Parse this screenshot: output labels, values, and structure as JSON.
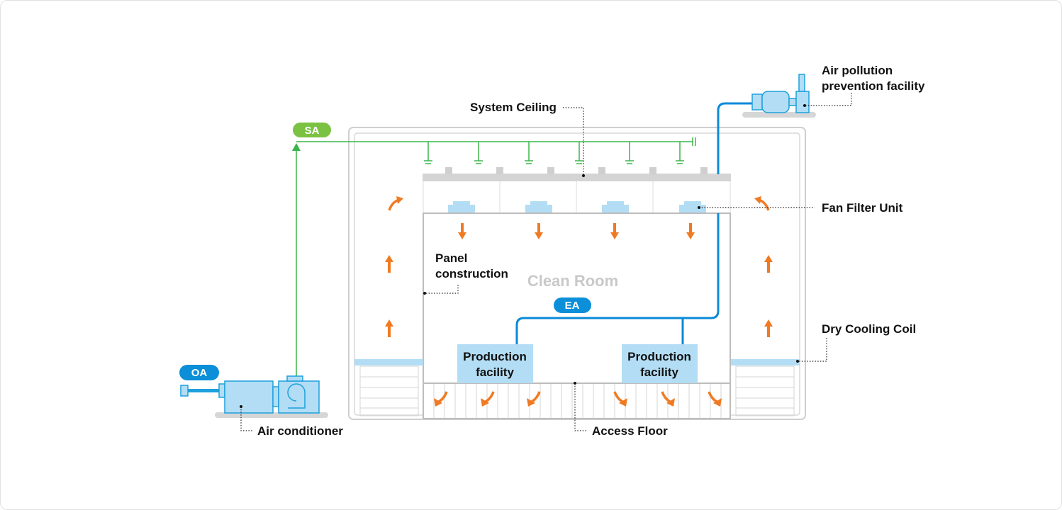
{
  "labels": {
    "system_ceiling": "System Ceiling",
    "air_pollution_line1": "Air pollution",
    "air_pollution_line2": "prevention facility",
    "fan_filter_unit": "Fan Filter Unit",
    "panel_line1": "Panel",
    "panel_line2": "construction",
    "clean_room": "Clean Room",
    "dry_cooling_coil": "Dry Cooling Coil",
    "air_conditioner": "Air conditioner",
    "access_floor": "Access Floor",
    "production_line1": "Production",
    "production_line2": "facility"
  },
  "tags": {
    "sa": "SA",
    "ea": "EA",
    "oa": "OA"
  },
  "colors": {
    "airflow_arrow": "#f07a22",
    "supply_air": "#3ab54a",
    "exhaust_air": "#0a8ad8",
    "equipment_fill": "#b3ddf4",
    "equipment_stroke": "#1ea0dc",
    "sa_pill": "#7cc242",
    "ea_pill": "#0b8fd8",
    "oa_pill": "#0b8fd8",
    "structure": "#bdbdbd"
  }
}
